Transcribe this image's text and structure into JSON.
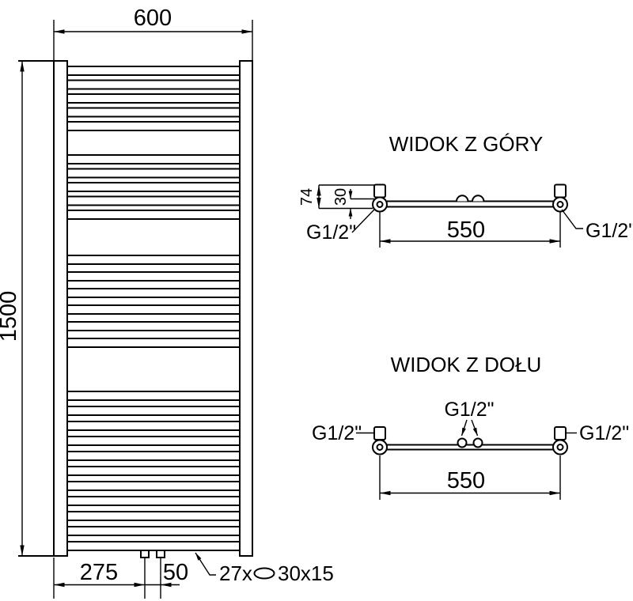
{
  "colors": {
    "line": "#000000",
    "background": "#ffffff"
  },
  "front_view": {
    "dim_width": "600",
    "dim_height": "1500",
    "dim_bottom_left": "275",
    "dim_bottom_spacing": "50",
    "tube_note_count": "27x",
    "tube_note_size": "30x15",
    "tube_groups": [
      {
        "count": 5,
        "start": 84,
        "pitch": 17.5,
        "height": 11
      },
      {
        "count": 5,
        "start": 196,
        "pitch": 17.5,
        "height": 11
      },
      {
        "count": 6,
        "start": 323,
        "pitch": 21,
        "height": 11
      },
      {
        "count": 11,
        "start": 495,
        "pitch": 19,
        "height": 11
      }
    ]
  },
  "top_view": {
    "title": "WIDOK Z GÓRY",
    "dim_depth": "74",
    "dim_wall_axis": "30",
    "dim_connection_spacing": "550",
    "thread_left": "G1/2\"",
    "thread_right": "G1/2\""
  },
  "bottom_view": {
    "title": "WIDOK Z DOŁU",
    "dim_connection_spacing": "550",
    "thread_left": "G1/2\"",
    "thread_center": "G1/2\"",
    "thread_right": "G1/2\""
  }
}
